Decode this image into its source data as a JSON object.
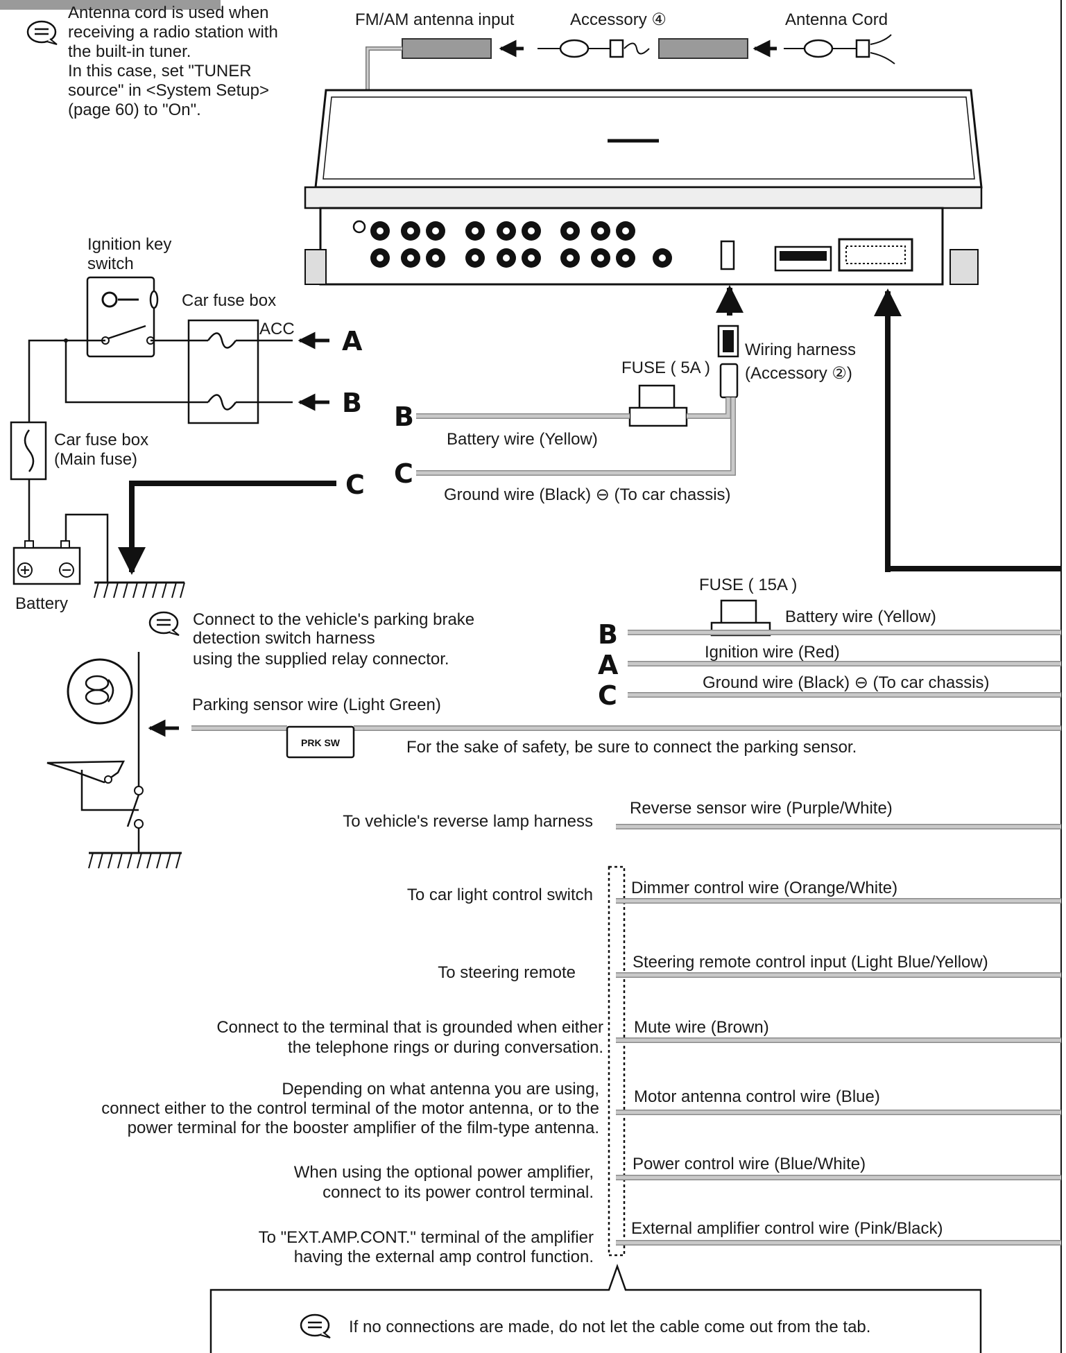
{
  "antenna_note": {
    "lines": [
      "Antenna cord is used when",
      "receiving a radio station with",
      "the built-in tuner.",
      "In this case, set \"TUNER",
      "source\" in <System Setup>",
      "(page 60) to \"On\"."
    ]
  },
  "top_labels": {
    "fm_am_input": "FM/AM antenna input",
    "accessory": "Accessory ④",
    "antenna_cord": "Antenna Cord"
  },
  "left_power": {
    "ignition_key": [
      "Ignition key",
      "switch"
    ],
    "car_fuse_box": "Car fuse box",
    "acc": "ACC",
    "main_fuse": [
      "Car fuse box",
      "(Main fuse)"
    ],
    "battery": "Battery"
  },
  "letters": {
    "a": "A",
    "b": "B",
    "c": "C"
  },
  "harness_small": {
    "fuse": "FUSE ( 5A )",
    "wiring_harness": [
      "Wiring harness",
      "(Accessory ②)"
    ],
    "battery_wire": "Battery wire (Yellow)",
    "ground_wire": "Ground wire (Black) ⊖ (To car chassis)"
  },
  "harness_main": {
    "fuse": "FUSE ( 15A )",
    "battery_wire": "Battery wire (Yellow)",
    "ignition_wire": "Ignition wire (Red)",
    "ground_wire": "Ground wire (Black) ⊖ (To car chassis)"
  },
  "parking": {
    "note": [
      "Connect to the vehicle's parking brake",
      "detection switch harness",
      "using the supplied relay connector."
    ],
    "wire": "Parking sensor wire (Light Green)",
    "connector": "PRK SW",
    "safety": "For the sake of safety, be sure to connect the parking sensor."
  },
  "wires": [
    {
      "left": [
        "To vehicle's reverse lamp harness"
      ],
      "right": "Reverse sensor wire (Purple/White)"
    },
    {
      "left": [
        "To car light control switch"
      ],
      "right": "Dimmer control wire (Orange/White)"
    },
    {
      "left": [
        "To steering remote"
      ],
      "right": "Steering remote control input (Light Blue/Yellow)"
    },
    {
      "left": [
        "Connect to the terminal that is grounded when either",
        "the telephone rings or during conversation."
      ],
      "right": "Mute wire (Brown)"
    },
    {
      "left": [
        "Depending on what antenna you are using,",
        "connect either to the control terminal of the motor antenna, or to the",
        "power terminal for the booster amplifier of the film-type antenna."
      ],
      "right": "Motor antenna control wire (Blue)"
    },
    {
      "left": [
        "When using the optional power amplifier,",
        "connect to its power control terminal."
      ],
      "right": "Power control wire (Blue/White)"
    },
    {
      "left": [
        "To \"EXT.AMP.CONT.\" terminal of the amplifier",
        "having the external amp control function."
      ],
      "right": "External amplifier control wire (Pink/Black)"
    }
  ],
  "bottom_note": "If no connections are made, do not let the cable come out from the tab."
}
